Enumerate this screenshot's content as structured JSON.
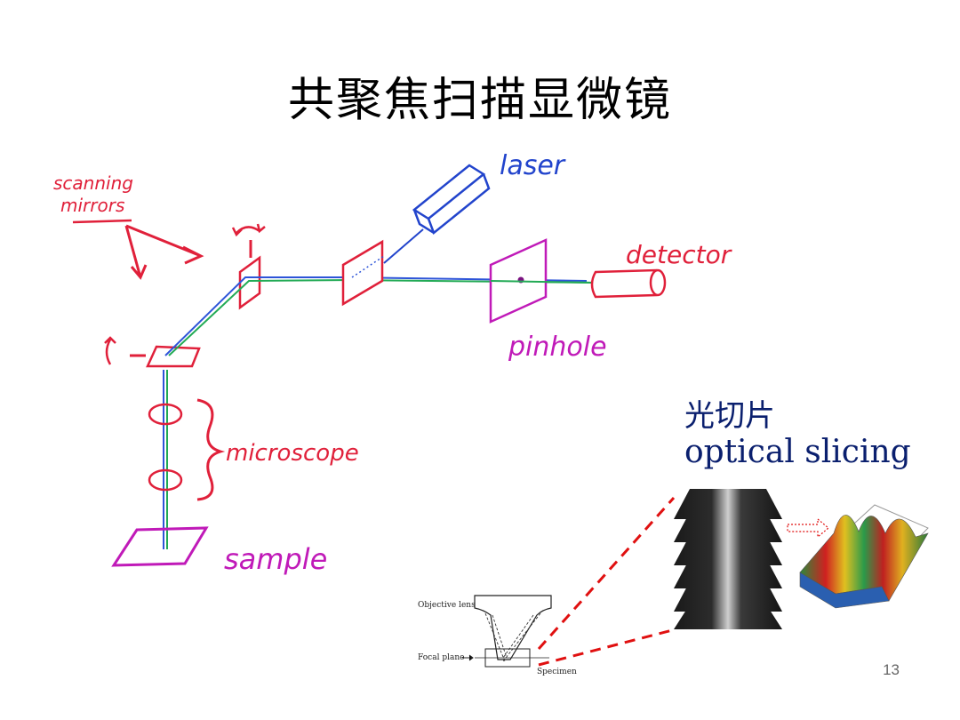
{
  "title": "共聚焦扫描显微镜",
  "labels": {
    "scanning_mirrors": [
      "scanning",
      "mirrors"
    ],
    "laser": "laser",
    "detector": "detector",
    "pinhole": "pinhole",
    "microscope": "microscope",
    "sample": "sample"
  },
  "optical_slicing": {
    "chinese": "光切片",
    "english": "optical slicing"
  },
  "objective_diagram": {
    "objective_lens": "Objective lens",
    "focal_plane": "Focal plane",
    "specimen": "Specimen"
  },
  "page_number": "13",
  "colors": {
    "sketch_red": "#e0203a",
    "laser_blue": "#2244cc",
    "beam_green": "#22aa55",
    "pinhole_magenta": "#c01ab8",
    "slicing_text": "#0a1f6e",
    "dash_red": "#e01010"
  }
}
